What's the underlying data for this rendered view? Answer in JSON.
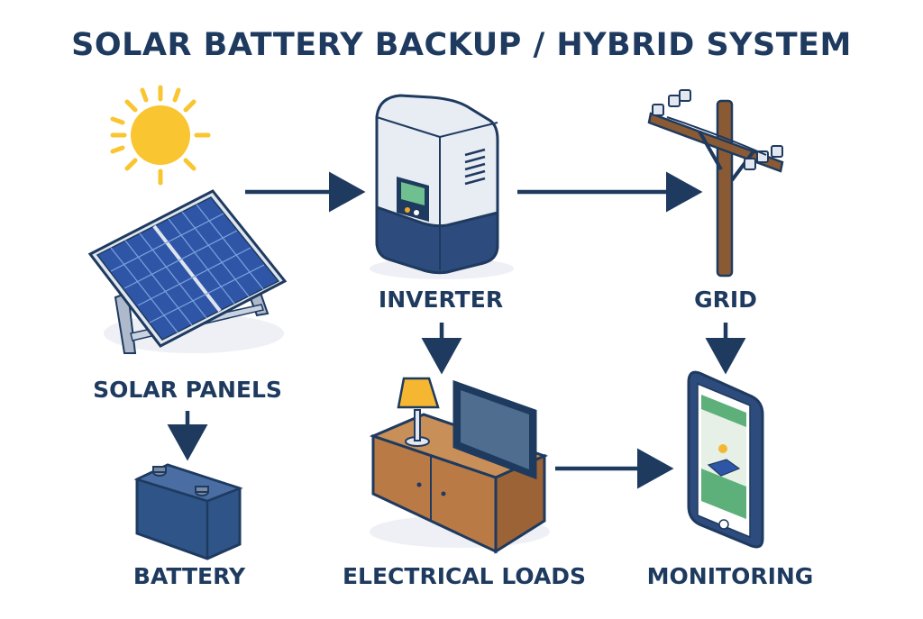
{
  "title": "SOLAR BATTERY BACKUP / HYBRID SYSTEM",
  "components": {
    "solar_panels": "SOLAR PANELS",
    "inverter": "INVERTER",
    "grid": "GRID",
    "battery": "BATTERY",
    "electrical_loads": "ELECTRICAL LOADS",
    "monitoring": "MONITORING"
  },
  "colors": {
    "text": "#1e3a5f",
    "arrow": "#1e3a5f",
    "sun": "#f9c531",
    "panel": "#2f56a6",
    "frame": "#c9d2e0",
    "inverter_body": "#e8ecf3",
    "inverter_base": "#2d4b7c",
    "pole": "#8a5a34",
    "battery": "#2f5487",
    "cabinet": "#b97a46",
    "lamp": "#f5b731",
    "phone_screen": "#e6f0e6"
  }
}
